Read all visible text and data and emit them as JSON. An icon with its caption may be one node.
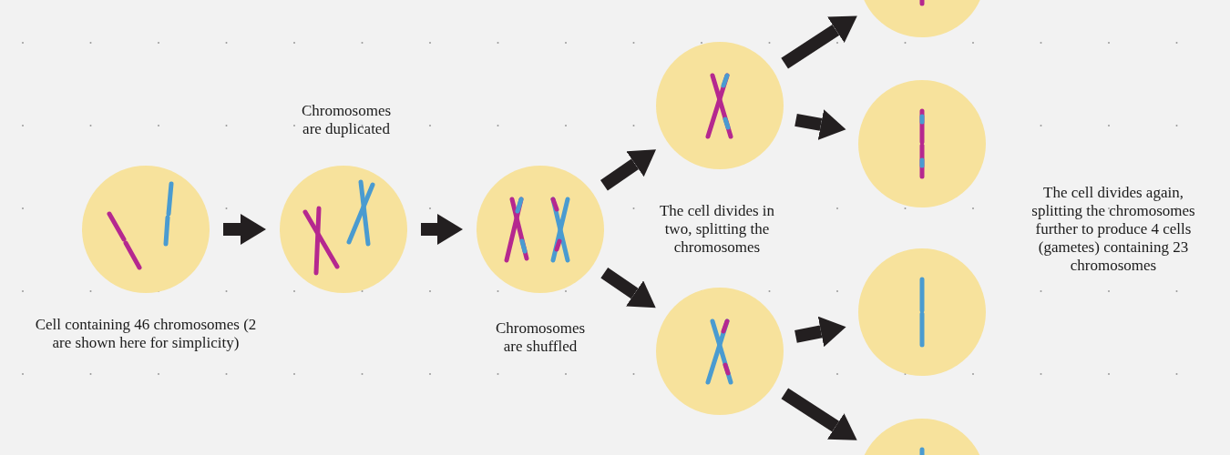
{
  "diagram": {
    "nodes": [
      {
        "text": [],
        "shape": "circle",
        "beside": [
          "Cell containing 46 chromosomes (2 are shown here for simplicity)"
        ]
      },
      {
        "text": [],
        "shape": "circle",
        "beside": [
          "Chromosomes are duplicated"
        ]
      },
      {
        "text": [],
        "shape": "circle",
        "beside": [
          "Chromosomes are shuffled"
        ]
      },
      {
        "text": [],
        "shape": "circle"
      },
      {
        "text": [],
        "shape": "circle"
      },
      {
        "text": [],
        "shape": "circle"
      },
      {
        "text": [],
        "shape": "circle"
      },
      {
        "text": [],
        "shape": "circle"
      },
      {
        "text": [],
        "shape": "circle"
      }
    ],
    "edges": [
      {
        "from": 0,
        "to": 1,
        "arrow": "to"
      },
      {
        "from": 1,
        "to": 2,
        "arrow": "to"
      },
      {
        "from": 2,
        "to": 3,
        "arrow": "to"
      },
      {
        "from": 2,
        "to": 4,
        "arrow": "to"
      },
      {
        "from": 3,
        "to": 5,
        "arrow": "to"
      },
      {
        "from": 3,
        "to": 6,
        "arrow": "to"
      },
      {
        "from": 4,
        "to": 7,
        "arrow": "to"
      },
      {
        "from": 4,
        "to": 8,
        "arrow": "to"
      }
    ],
    "labels": [
      "The cell divides in two, splitting the chromosomes",
      "The cell divides again, splitting the chromosomes further to produce 4 cells (gametes) containing 23 chromosomes"
    ]
  }
}
